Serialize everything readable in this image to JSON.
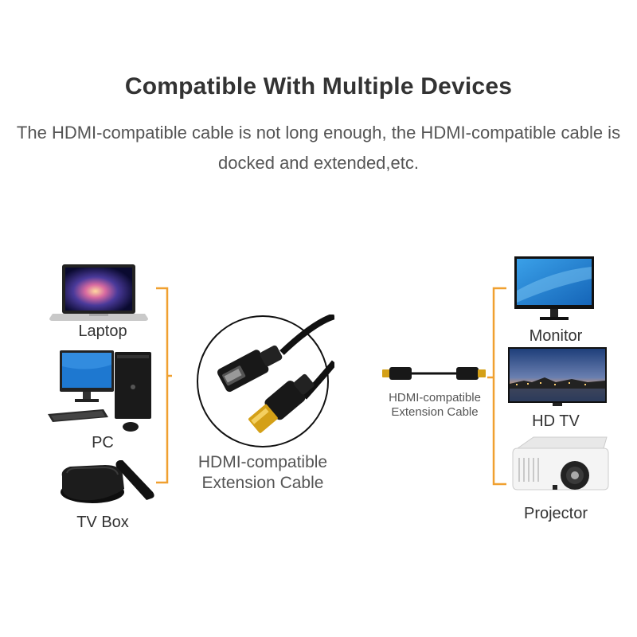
{
  "heading": {
    "title": "Compatible With Multiple Devices",
    "subtitle": "The HDMI-compatible cable is not long enough, the HDMI-compatible cable is docked and extended,etc."
  },
  "left_devices": [
    {
      "label": "Laptop",
      "icon": "laptop-icon"
    },
    {
      "label": "PC",
      "icon": "desktop-pc-icon"
    },
    {
      "label": "TV Box",
      "icon": "tv-box-icon"
    }
  ],
  "center_cable": {
    "line1": "HDMI-compatible",
    "line2": "Extension Cable"
  },
  "small_cable": {
    "line1": "HDMI-compatible",
    "line2": "Extension Cable"
  },
  "right_devices": [
    {
      "label": "Monitor",
      "icon": "monitor-icon"
    },
    {
      "label": "HD TV",
      "icon": "hd-tv-icon"
    },
    {
      "label": "Projector",
      "icon": "projector-icon"
    }
  ],
  "colors": {
    "bracket": "#f0a030",
    "text": "#333333",
    "subtext": "#555555"
  }
}
